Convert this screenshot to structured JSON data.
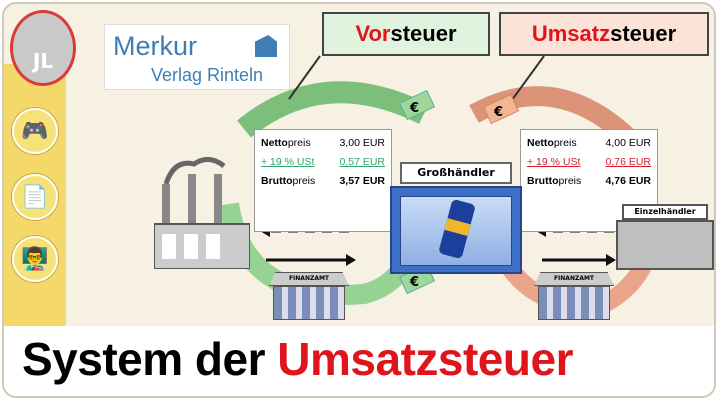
{
  "logo": {
    "badge": "JL",
    "brand": "Merkur",
    "publisher": "Verlag Rinteln"
  },
  "sidebar": {
    "items": [
      {
        "icon": "gamepad-icon"
      },
      {
        "icon": "document-icon"
      },
      {
        "icon": "teacher-icon"
      }
    ]
  },
  "tags": {
    "vorsteuer": {
      "highlight": "Vor",
      "rest": "steuer"
    },
    "umsatzsteuer": {
      "highlight": "Umsatz",
      "rest": "steuer"
    }
  },
  "left_price": {
    "netto_bold": "Netto",
    "netto_rest": "preis",
    "netto_value": "3,00 EUR",
    "ust_label": "+ 19 % USt",
    "ust_value": "0,57 EUR",
    "brutto_bold": "Brutto",
    "brutto_rest": "preis",
    "brutto_value": "3,57 EUR"
  },
  "right_price": {
    "netto_bold": "Netto",
    "netto_rest": "preis",
    "netto_value": "4,00 EUR",
    "ust_label": "+ 19 % USt",
    "ust_value": "0,76 EUR",
    "brutto_bold": "Brutto",
    "brutto_rest": "preis",
    "brutto_value": "4,76 EUR"
  },
  "nodes": {
    "grosshaendler": "Großhändler",
    "einzelhaendler": "Einzelhändler",
    "finanzamt": "FINANZAMT"
  },
  "currency_symbol": "€",
  "title": {
    "main": "System der ",
    "highlight": "Umsatzsteuer"
  },
  "colors": {
    "green": "#2fa66b",
    "red": "#e0151c",
    "orange": "#e79a7c"
  }
}
